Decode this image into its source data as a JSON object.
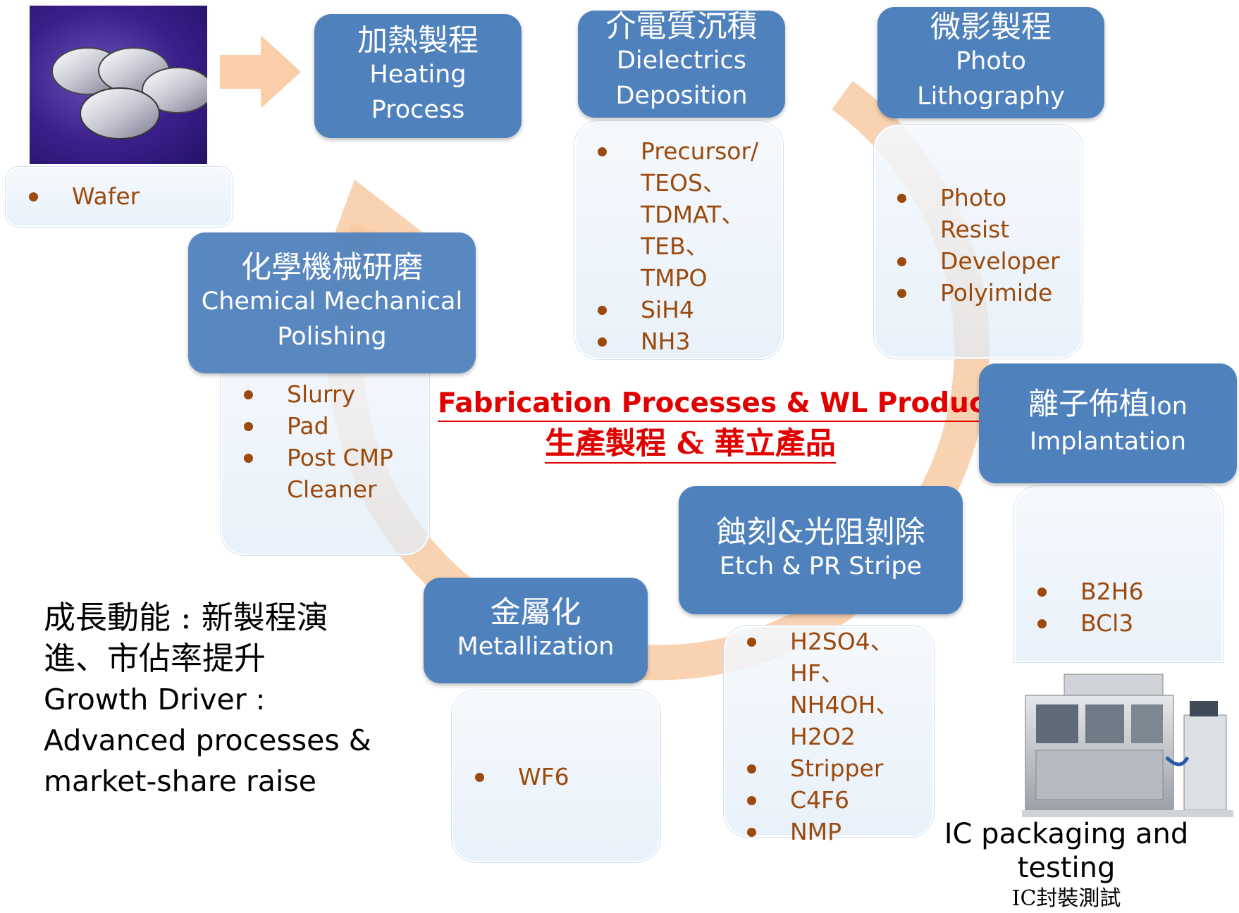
{
  "title": {
    "en": "Fabrication Processes &  WL Products",
    "zh": "生產製程 & 華立產品"
  },
  "wafer": {
    "items": [
      "Wafer"
    ]
  },
  "stages": {
    "heating": {
      "zh": "加熱製程",
      "en_lines": [
        "Heating",
        "Process"
      ]
    },
    "dielectrics": {
      "zh": "介電質沉積",
      "en_lines": [
        "Dielectrics",
        "Deposition"
      ],
      "items": [
        [
          "Precursor/",
          "TEOS、",
          "TDMAT、",
          "TEB、",
          "TMPO"
        ],
        [
          "SiH4"
        ],
        [
          "NH3"
        ]
      ]
    },
    "photo": {
      "zh": "微影製程",
      "en_lines": [
        "Photo",
        "Lithography"
      ],
      "items": [
        [
          "Photo",
          "Resist"
        ],
        [
          "Developer"
        ],
        [
          "Polyimide"
        ]
      ]
    },
    "ion": {
      "zh": "離子佈植",
      "en_inline": "Ion",
      "en_lines": [
        "Implantation"
      ],
      "items": [
        [
          "B2H6"
        ],
        [
          "BCl3"
        ]
      ]
    },
    "etch": {
      "zh": "蝕刻&光阻剝除",
      "en_lines": [
        "Etch & PR Stripe"
      ],
      "items": [
        [
          "H2SO4、",
          "HF、",
          "NH4OH、",
          "H2O2"
        ],
        [
          "Stripper"
        ],
        [
          "C4F6"
        ],
        [
          "NMP"
        ]
      ]
    },
    "metal": {
      "zh": "金屬化",
      "en_lines": [
        "Metallization"
      ],
      "items": [
        [
          "WF6"
        ]
      ]
    },
    "cmp": {
      "zh": "化學機械研磨",
      "en_lines": [
        "Chemical Mechanical",
        "Polishing"
      ],
      "items": [
        [
          "Slurry"
        ],
        [
          "Pad"
        ],
        [
          "Post CMP",
          "Cleaner"
        ]
      ]
    }
  },
  "growth": {
    "zh_lines": [
      "成長動能 : 新製程演",
      "進、市佔率提升"
    ],
    "en_lines": [
      "Growth Driver :",
      "Advanced processes &",
      "market-share raise"
    ]
  },
  "packaging": {
    "en": "IC packaging and testing",
    "zh": "IC封裝測試"
  },
  "colors": {
    "stage_blue": "#4f81bd",
    "item_brown": "#9b4a0c",
    "title_red": "#e00000",
    "arrow_orange": "#f8c9a0"
  }
}
